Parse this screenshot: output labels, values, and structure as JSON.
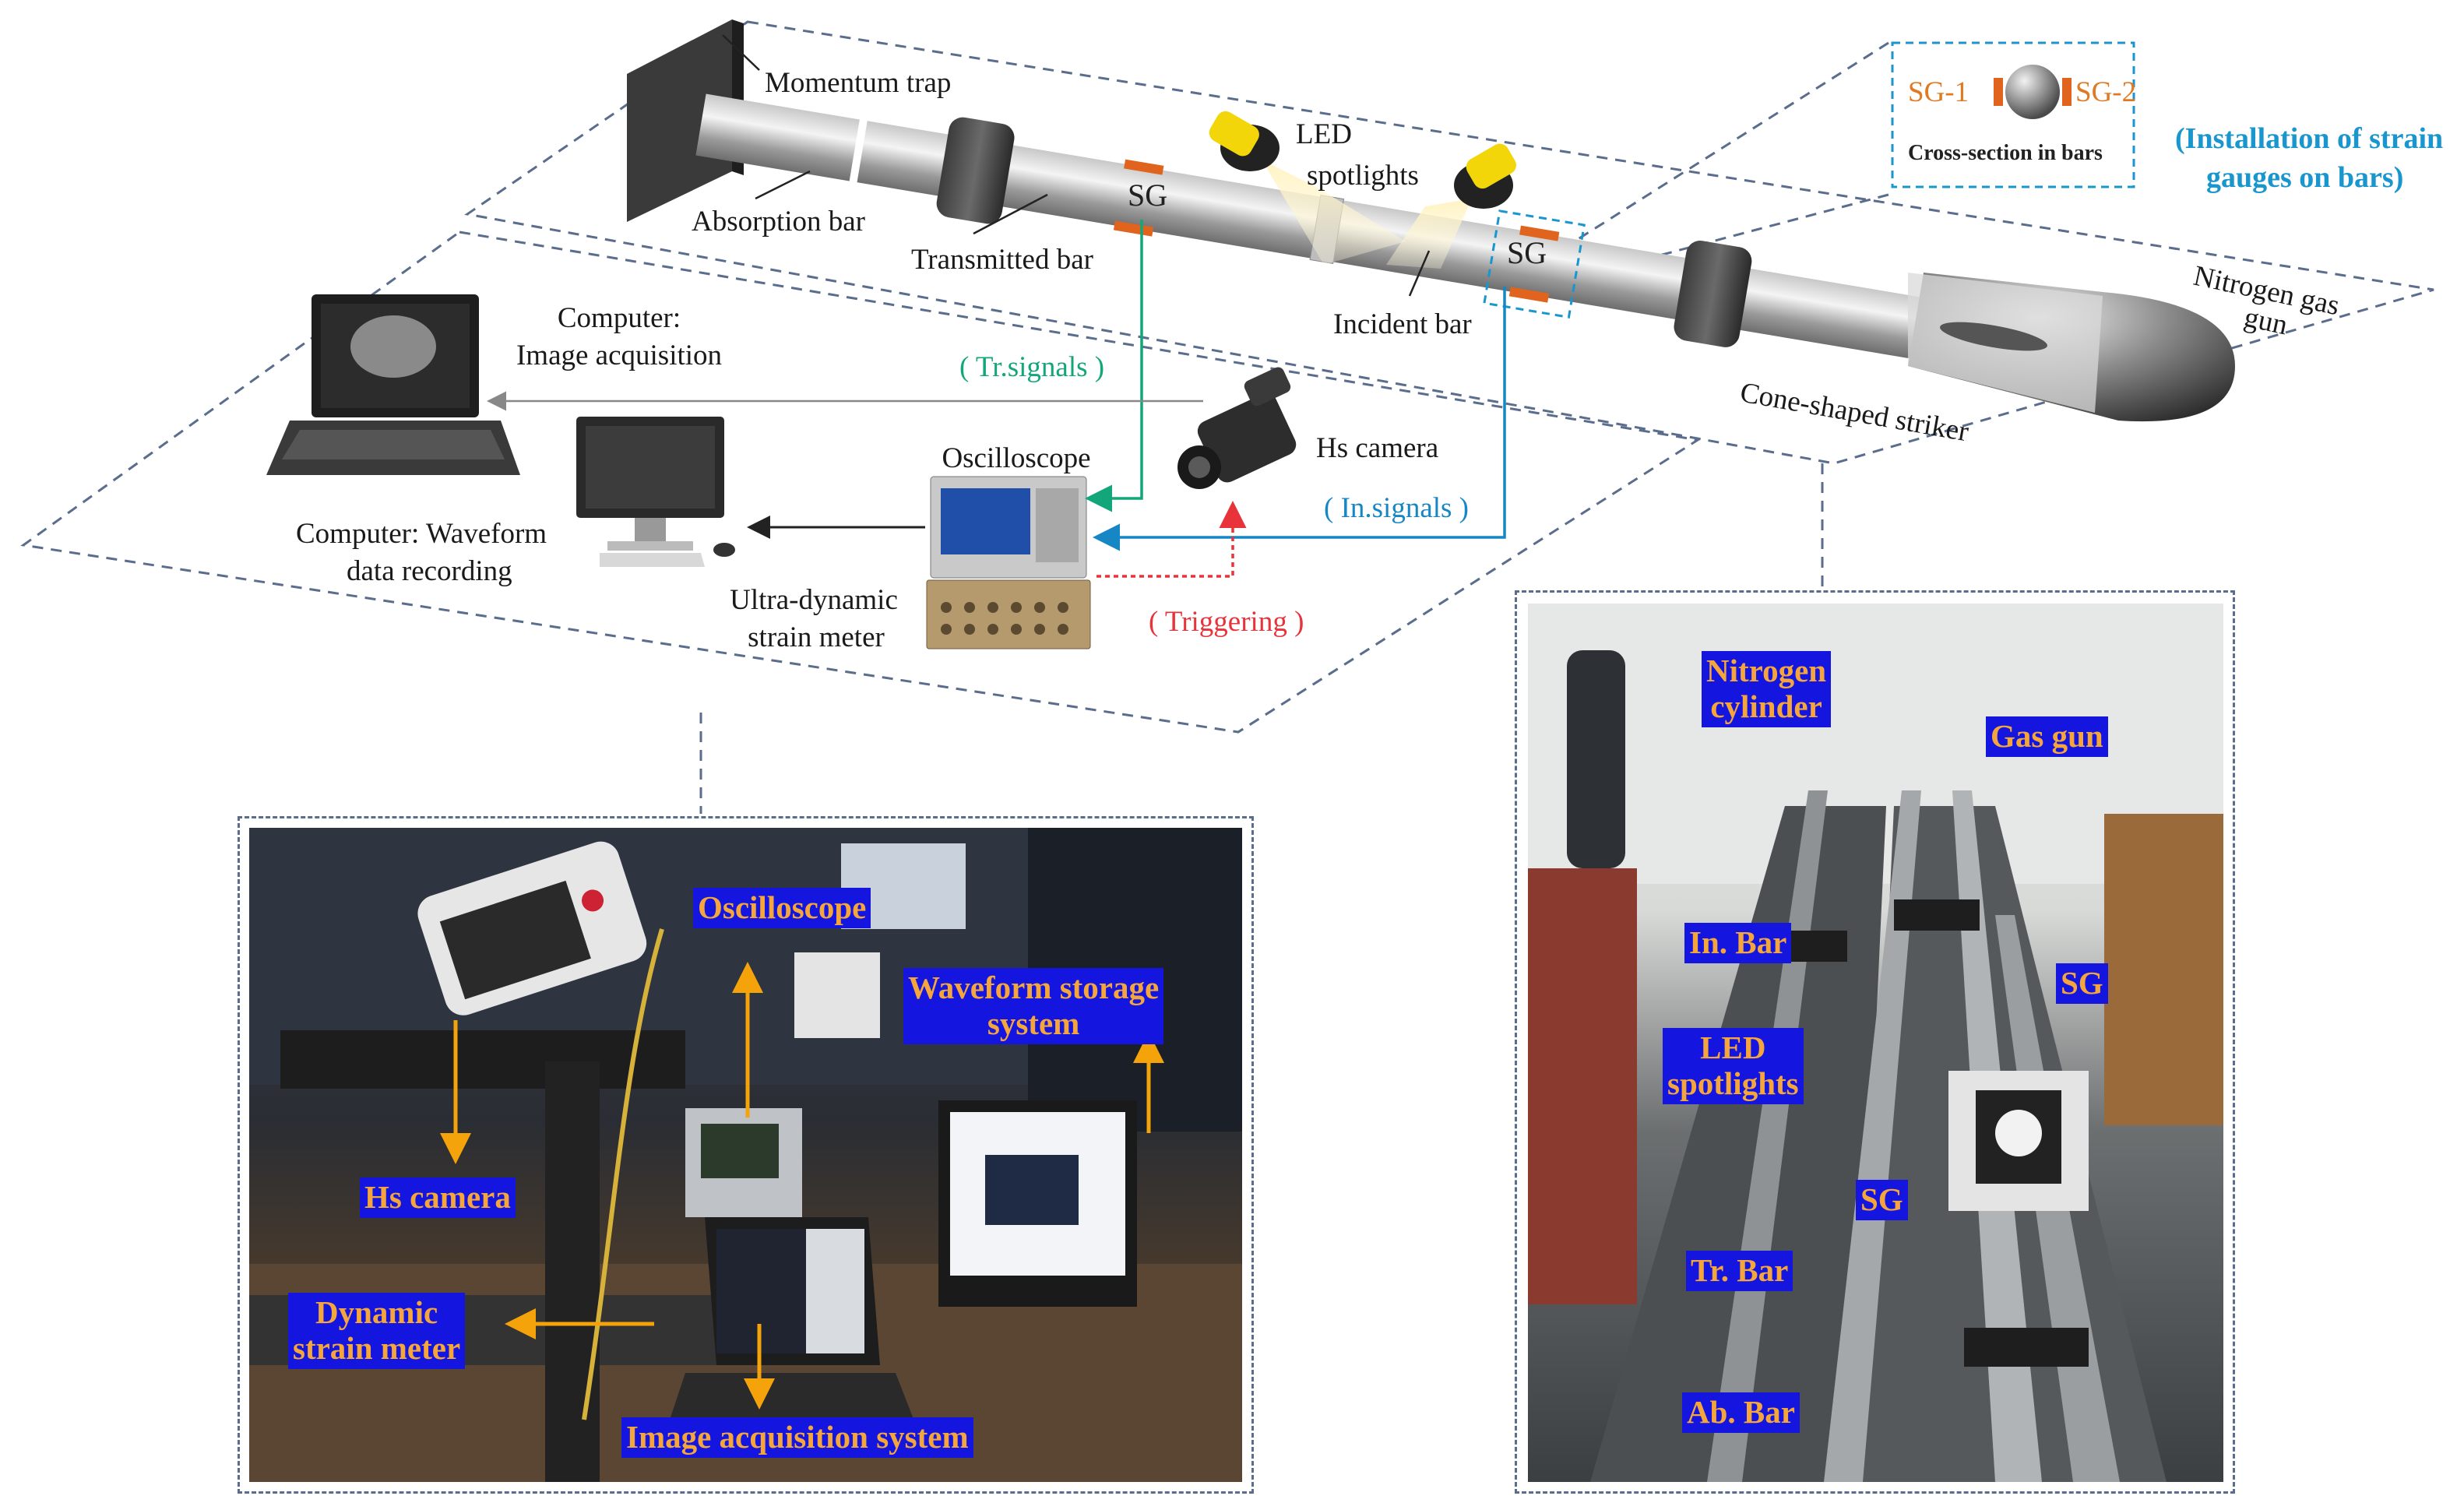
{
  "schematic": {
    "momentum_trap": "Momentum trap",
    "absorption_bar": "Absorption bar",
    "transmitted_bar": "Transmitted bar",
    "incident_bar": "Incident bar",
    "led_line1": "LED",
    "led_line2": "spotlights",
    "sg": "SG",
    "sg1": "SG-1",
    "sg2": "SG-2",
    "cross_section": "Cross-section in bars",
    "install_line1": "(Installation of strain",
    "install_line2": "gauges on bars)",
    "nitrogen_line1": "Nitrogen gas",
    "nitrogen_line2": "gun",
    "striker": "Cone-shaped striker",
    "comp_image_line1": "Computer:",
    "comp_image_line2": "Image acquisition",
    "tr_signals": "( Tr.signals )",
    "in_signals": "( In.signals )",
    "oscilloscope": "Oscilloscope",
    "hs_camera": "Hs camera",
    "comp_wave_line1": "Computer: Waveform",
    "comp_wave_line2": "data recording",
    "strain_line1": "Ultra-dynamic",
    "strain_line2": "strain meter",
    "triggering": "( Triggering )"
  },
  "photo_left": {
    "oscilloscope": "Oscilloscope",
    "waveform_line1": "Waveform storage",
    "waveform_line2": "system",
    "hs_camera": "Hs camera",
    "dyn_line1": "Dynamic",
    "dyn_line2": "strain meter",
    "image_acq": "Image acquisition system"
  },
  "photo_right": {
    "nitrogen_line1": "Nitrogen",
    "nitrogen_line2": "cylinder",
    "gas_gun": "Gas gun",
    "in_bar": "In. Bar",
    "sg_top": "SG",
    "led_line1": "LED",
    "led_line2": "spotlights",
    "sg_mid": "SG",
    "tr_bar": "Tr. Bar",
    "ab_bar": "Ab. Bar"
  },
  "colors": {
    "frame_dash": "#5b6d8c",
    "tag_bg": "#1515e0",
    "tag_text": "#f4a63c",
    "arrow_orange": "#f4a30a",
    "tr_signal": "#12a67a",
    "in_signal": "#1686c4",
    "trigger": "#e8333a",
    "sg_gauge": "#e0641e"
  }
}
